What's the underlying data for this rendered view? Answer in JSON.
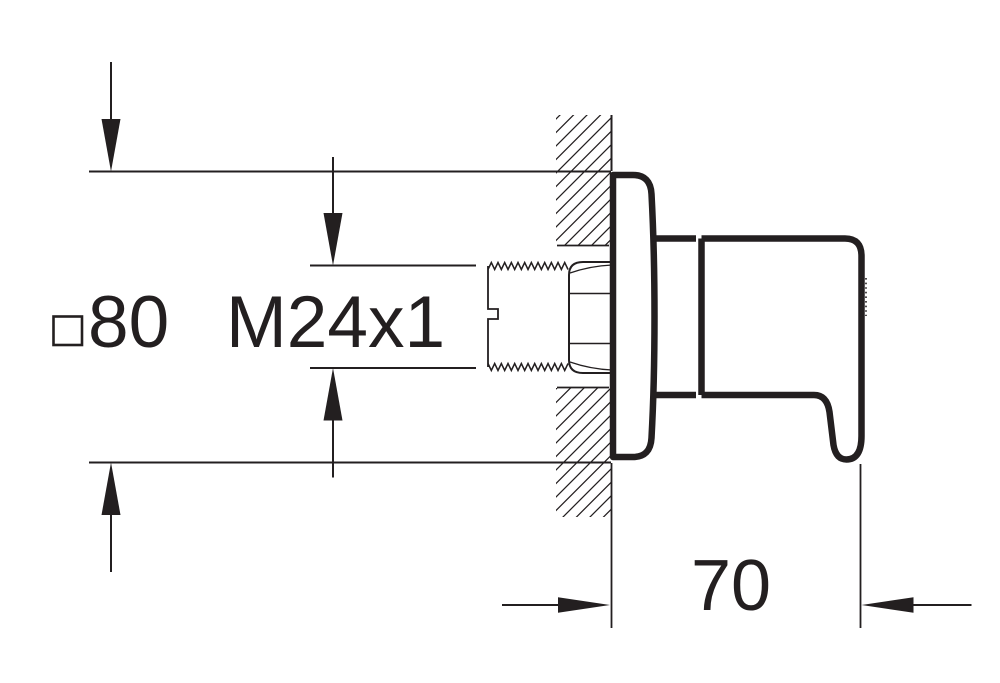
{
  "page": {
    "background_color": "#ffffff",
    "line_color": "#231f20"
  },
  "drawing": {
    "description_labels": {
      "plate_size": {
        "symbol": "□",
        "value": "80",
        "label": "□80"
      },
      "thread": {
        "label": "M24x1"
      },
      "projection_depth": {
        "value": "70"
      }
    }
  }
}
